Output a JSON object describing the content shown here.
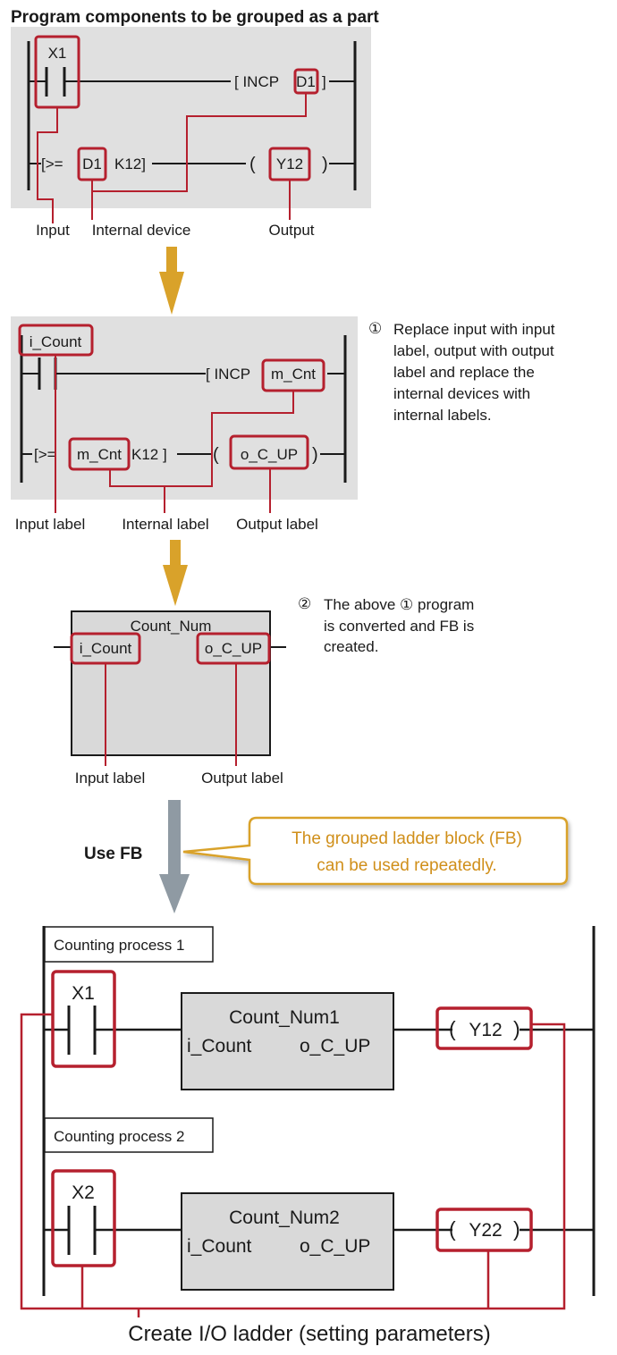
{
  "title": "Program components to be grouped as a part",
  "section1": {
    "input_device": "X1",
    "incp_instr": "[ INCP",
    "incp_device": "D1",
    "incp_close": "]",
    "compare_open": "[>=",
    "compare_device": "D1",
    "compare_const": "K12]",
    "coil_open": "(",
    "output_device": "Y12",
    "coil_close": ")",
    "label_input": "Input",
    "label_internal": "Internal device",
    "label_output": "Output"
  },
  "section2": {
    "input_label": "i_Count",
    "incp_instr": "[ INCP",
    "incp_label": "m_Cnt",
    "compare_open": "[>=",
    "compare_label": "m_Cnt",
    "compare_const": "K12 ]",
    "output_label": "o_C_UP",
    "label_input": "Input label",
    "label_internal": "Internal label",
    "label_output": "Output label",
    "note_num": "①",
    "note_lines": [
      "Replace input with input",
      "label, output with output",
      "label and replace the",
      "internal devices with",
      "internal labels."
    ]
  },
  "section3": {
    "fb_name": "Count_Num",
    "input_label": "i_Count",
    "output_label": "o_C_UP",
    "label_input": "Input label",
    "label_output": "Output label",
    "note_num": "②",
    "note_lines": [
      "The above ① program",
      "is converted and FB is",
      "created."
    ]
  },
  "use_fb": {
    "label": "Use FB",
    "callout_lines": [
      "The grouped ladder block (FB)",
      "can be used repeatedly."
    ]
  },
  "section4": {
    "process1_label": "Counting process 1",
    "process1_input": "X1",
    "process1_fb_name": "Count_Num1",
    "process1_fb_in": "i_Count",
    "process1_fb_out": "o_C_UP",
    "process1_output": "Y12",
    "process2_label": "Counting process 2",
    "process2_input": "X2",
    "process2_fb_name": "Count_Num2",
    "process2_fb_in": "i_Count",
    "process2_fb_out": "o_C_UP",
    "process2_output": "Y22",
    "coil_open": "(",
    "coil_close": ")",
    "caption": "Create I/O ladder (setting parameters)"
  },
  "colors": {
    "highlight_red": "#b5202e",
    "panel_gray": "#e0e0e0",
    "fb_gray": "#d9d9d9",
    "down_arrow_gold": "#d9a22a",
    "use_fb_arrow_gray": "#8f9aa3",
    "callout_border": "#d9a22a",
    "callout_text": "#d08f1a"
  }
}
